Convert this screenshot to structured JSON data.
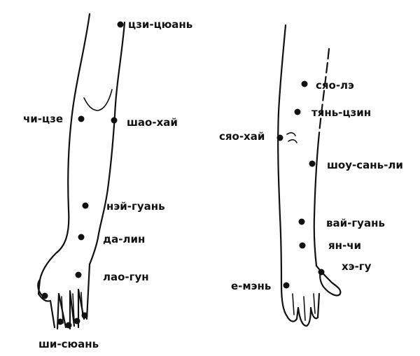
{
  "colors": {
    "ink": "#111111",
    "background": "#ffffff"
  },
  "left_arm": {
    "points": [
      {
        "id": "tszi-tsyuan",
        "label": "цзи-цюань"
      },
      {
        "id": "chi-tsze",
        "label": "чи-цзе"
      },
      {
        "id": "shao-khai",
        "label": "шао-хай"
      },
      {
        "id": "nei-guan",
        "label": "нэй-гуань"
      },
      {
        "id": "da-lin",
        "label": "да-лин"
      },
      {
        "id": "lao-gun",
        "label": "лао-гун"
      },
      {
        "id": "shi-syuan",
        "label": "ши-сюань"
      }
    ]
  },
  "right_arm": {
    "points": [
      {
        "id": "syao-le",
        "label": "сяо-лэ"
      },
      {
        "id": "tyan-tszin",
        "label": "тянь-цзин"
      },
      {
        "id": "syao-khai",
        "label": "сяо-хай"
      },
      {
        "id": "shou-san-li",
        "label": "шоу-сань-ли"
      },
      {
        "id": "vai-guan",
        "label": "вай-гуань"
      },
      {
        "id": "yan-chi",
        "label": "ян-чи"
      },
      {
        "id": "khe-gu",
        "label": "хэ-гу"
      },
      {
        "id": "e-men",
        "label": "е-мэнь"
      }
    ]
  }
}
